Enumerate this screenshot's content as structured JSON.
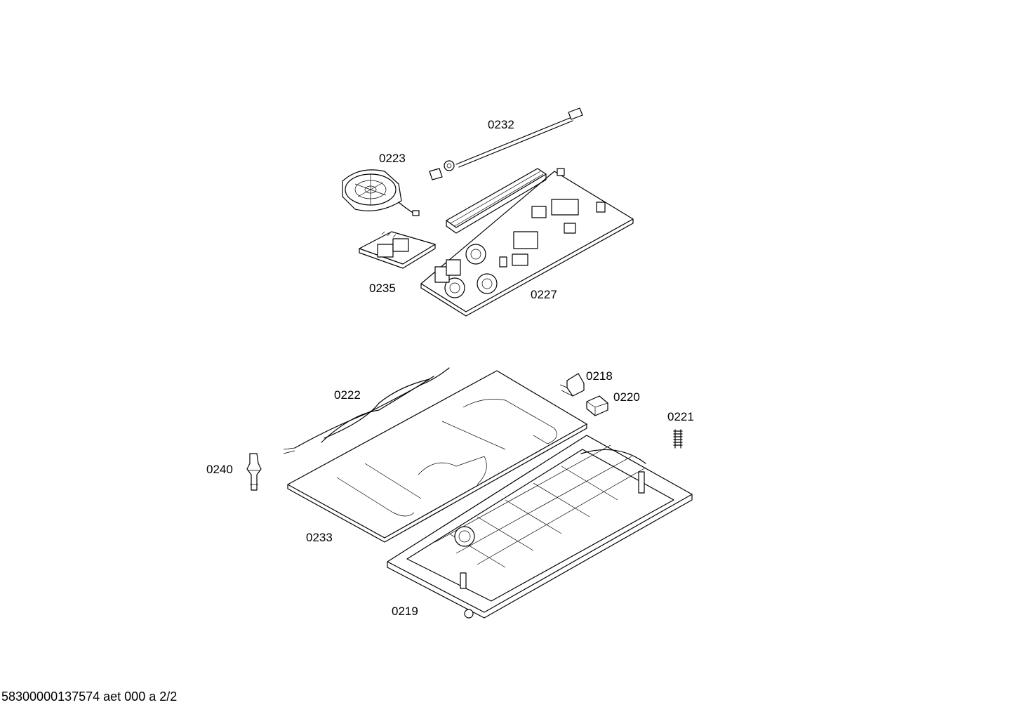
{
  "parts": [
    {
      "id": "p0232",
      "label": "0232"
    },
    {
      "id": "p0223",
      "label": "0223"
    },
    {
      "id": "p0235",
      "label": "0235"
    },
    {
      "id": "p0227",
      "label": "0227"
    },
    {
      "id": "p0218",
      "label": "0218"
    },
    {
      "id": "p0220",
      "label": "0220"
    },
    {
      "id": "p0222",
      "label": "0222"
    },
    {
      "id": "p0221",
      "label": "0221"
    },
    {
      "id": "p0240",
      "label": "0240"
    },
    {
      "id": "p0233",
      "label": "0233"
    },
    {
      "id": "p0219",
      "label": "0219"
    }
  ],
  "footer": "58300000137574 aet 000 a 2/2"
}
